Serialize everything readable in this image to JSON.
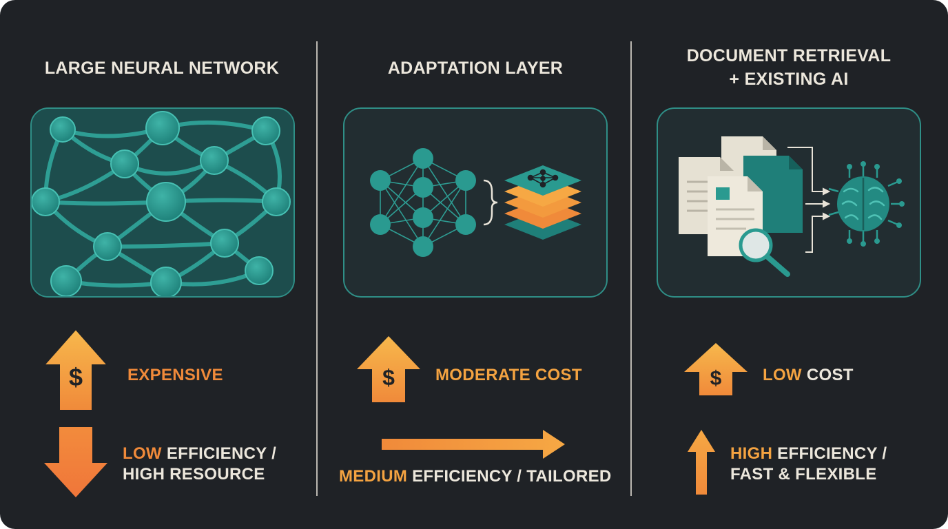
{
  "columns": [
    {
      "title": "LARGE NEURAL NETWORK",
      "cost": {
        "text": "EXPENSIVE"
      },
      "efficiency": {
        "line1_highlight": "LOW",
        "line1_rest": " EFFICIENCY /",
        "line2": "HIGH RESOURCE"
      }
    },
    {
      "title": "ADAPTATION LAYER",
      "cost": {
        "text": "MODERATE COST"
      },
      "efficiency": {
        "highlight": "MEDIUM",
        "rest": " EFFICIENCY / TAILORED"
      }
    },
    {
      "title": "DOCUMENT RETRIEVAL\n+ EXISTING AI",
      "cost": {
        "highlight": "LOW",
        "rest": " COST"
      },
      "efficiency": {
        "line1_highlight": "HIGH",
        "line1_rest": " EFFICIENCY /",
        "line2": "FAST & FLEXIBLE"
      }
    }
  ],
  "cost_symbol": "$",
  "icons": {
    "network": "neural-network-icon",
    "layers": "layer-stack-icon",
    "documents": "documents-icon",
    "magnifier": "magnifier-icon",
    "brain": "brain-chip-icon",
    "cost_up": "dollar-up-arrow-icon",
    "down": "down-arrow-icon",
    "right": "right-arrow-icon",
    "up": "up-arrow-icon"
  },
  "colors": {
    "background": "#1f2226",
    "teal": "#2f9a91",
    "orange": "#f08a3a",
    "amber": "#f4a341",
    "text": "#ece7dc"
  }
}
